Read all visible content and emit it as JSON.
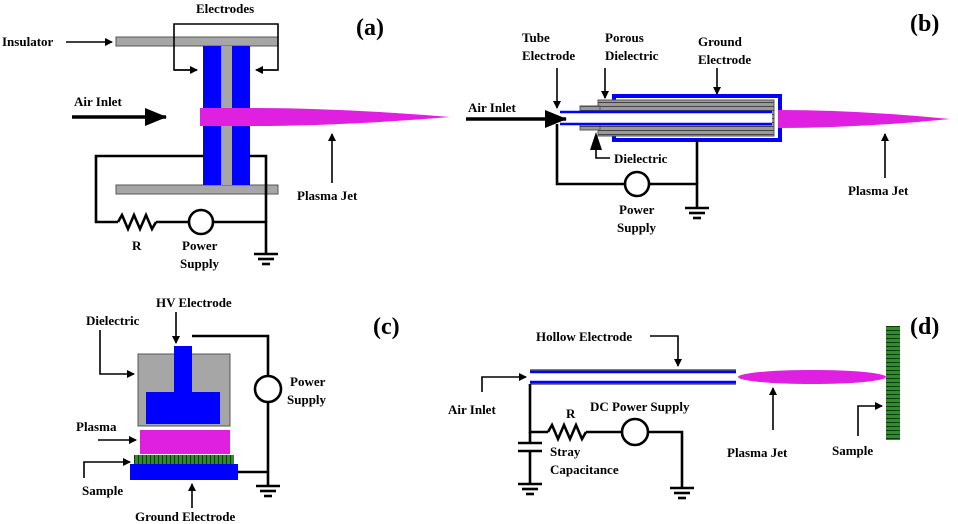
{
  "panels": {
    "a": {
      "tag": "(a)",
      "electrodes": "Electrodes",
      "insulator": "Insulator",
      "air_inlet": "Air Inlet",
      "plasma_jet": "Plasma Jet",
      "resistor": "R",
      "power_l1": "Power",
      "power_l2": "Supply"
    },
    "b": {
      "tag": "(b)",
      "tube_l1": "Tube",
      "tube_l2": "Electrode",
      "porous_l1": "Porous",
      "porous_l2": "Dielectric",
      "ground_l1": "Ground",
      "ground_l2": "Electrode",
      "air_inlet": "Air Inlet",
      "dielectric": "Dielectric",
      "power_l1": "Power",
      "power_l2": "Supply",
      "plasma_jet": "Plasma Jet"
    },
    "c": {
      "tag": "(c)",
      "hv_electrode": "HV Electrode",
      "dielectric": "Dielectric",
      "power_l1": "Power",
      "power_l2": "Supply",
      "plasma": "Plasma",
      "sample": "Sample",
      "ground_electrode": "Ground Electrode"
    },
    "d": {
      "tag": "(d)",
      "hollow_electrode": "Hollow Electrode",
      "air_inlet": "Air Inlet",
      "resistor": "R",
      "dc_power": "DC Power Supply",
      "stray_l1": "Stray",
      "stray_l2": "Capacitance",
      "plasma_jet": "Plasma Jet",
      "sample": "Sample"
    }
  },
  "colors": {
    "electrode": "#0000ff",
    "insulator": "#a6a6a6",
    "plasma": "#e020e0",
    "sample": "#2e8b2e",
    "wire": "#000000"
  }
}
